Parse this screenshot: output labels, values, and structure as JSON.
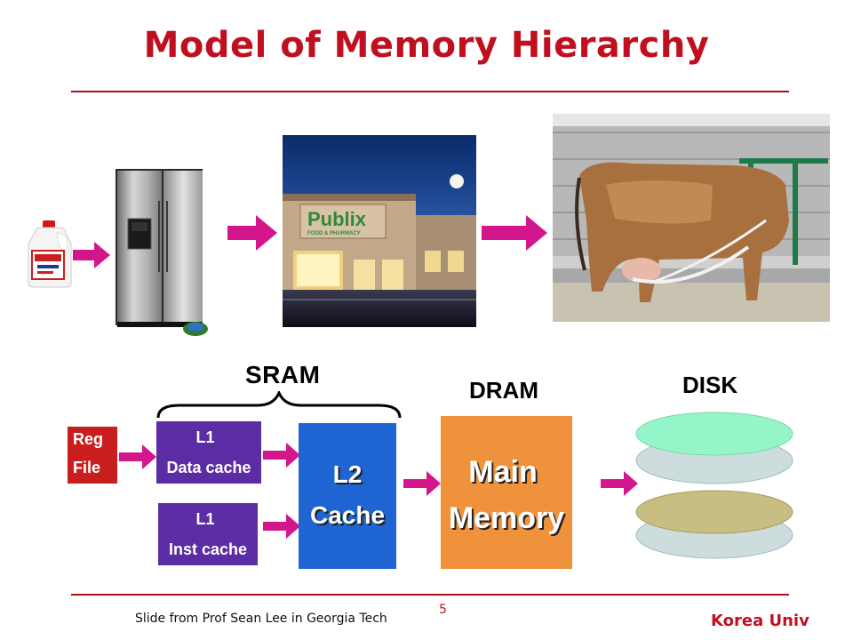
{
  "slide": {
    "title": "Model of Memory Hierarchy",
    "page_number": "5",
    "credit": "Slide from Prof Sean Lee in Georgia Tech",
    "institution": "Korea Univ"
  },
  "pictures": {
    "milk": "milk-jug",
    "fridge": "refrigerator",
    "store": "publix-store",
    "store_sign": "Publix",
    "store_sub": "FOOD & PHARMACY",
    "farm": "dairy-cow"
  },
  "labels": {
    "sram": "SRAM",
    "dram": "DRAM",
    "disk": "DISK"
  },
  "boxes": {
    "reg_line1": "Reg",
    "reg_line2": "File",
    "l1d_line1": "L1",
    "l1d_line2": "Data cache",
    "l1i_line1": "L1",
    "l1i_line2": "Inst cache",
    "l2_line1": "L2",
    "l2_line2": "Cache",
    "mm_line1": "Main",
    "mm_line2": "Memory"
  },
  "colors": {
    "title": "#c0101f",
    "arrow": "#d4168c",
    "box_purple": "#5c2ca4",
    "box_blue": "#1e64d2",
    "box_orange": "#f0913c",
    "reg_red": "#c81e1e",
    "disk_green": "#96f5c8",
    "disk_olive": "#c8be82",
    "disk_gray": "#cddcdc"
  }
}
